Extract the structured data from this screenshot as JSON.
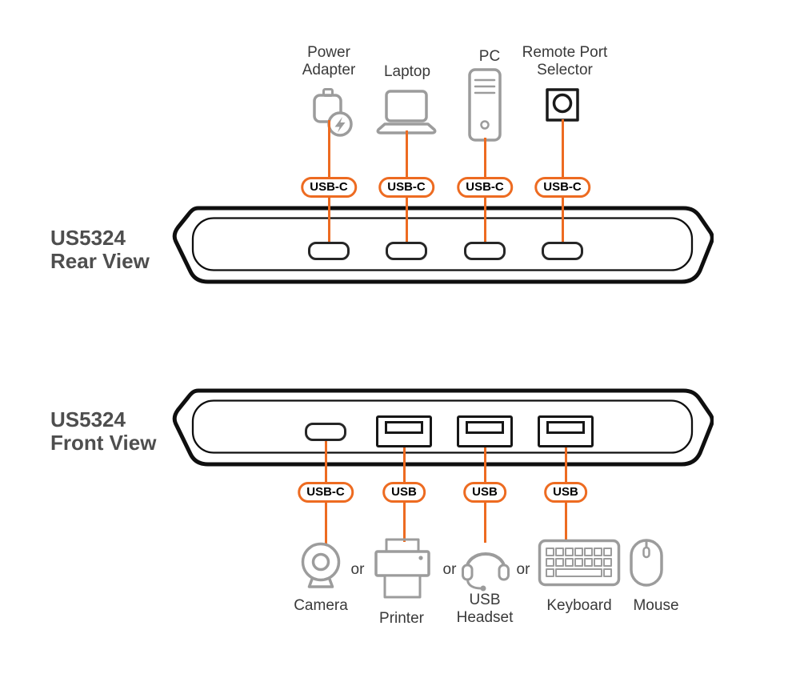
{
  "product": "US5324",
  "colors": {
    "accent_orange": "#ED6B21",
    "icon_gray": "#9C9C9C",
    "label_text": "#3A3A3A",
    "title_text": "#4E4E4E",
    "device_outline": "#0F0F0F"
  },
  "rear_view": {
    "title": "US5324",
    "subtitle": "Rear View",
    "devices": [
      "Power Adapter",
      "Laptop",
      "PC",
      "Remote Port Selector"
    ],
    "ports": [
      "USB-C",
      "USB-C",
      "USB-C",
      "USB-C"
    ],
    "icons": [
      "power-adapter-icon",
      "laptop-icon",
      "pc-tower-icon",
      "remote-port-selector-icon"
    ]
  },
  "front_view": {
    "title": "US5324",
    "subtitle": "Front View",
    "ports": [
      "USB-C",
      "USB",
      "USB",
      "USB"
    ],
    "peripherals": [
      "Camera",
      "Printer",
      "USB Headset",
      "Keyboard",
      "Mouse"
    ],
    "separator": "or",
    "icons": [
      "camera-icon",
      "printer-icon",
      "usb-headset-icon",
      "keyboard-icon",
      "mouse-icon"
    ]
  }
}
